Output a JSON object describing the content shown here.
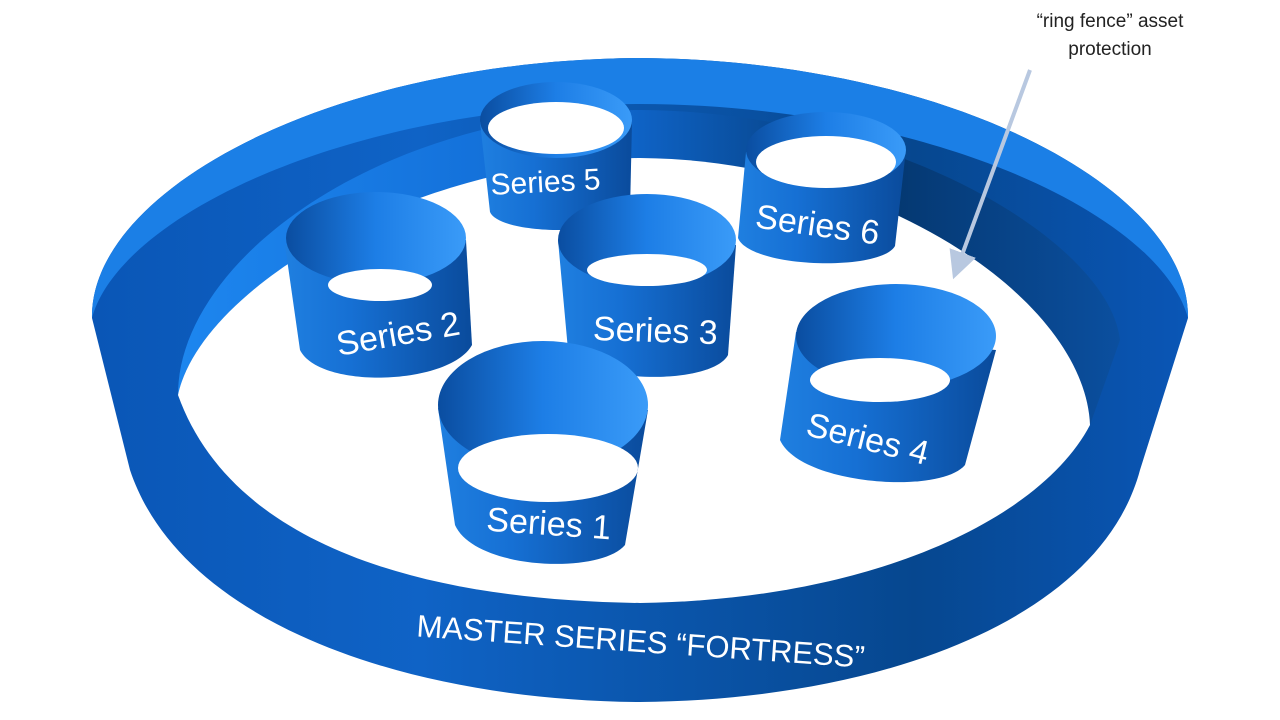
{
  "annotation": {
    "line1": "“ring fence” asset",
    "line2": "protection"
  },
  "fortress": {
    "label": "MASTER SERIES “FORTRESS”"
  },
  "series": [
    {
      "id": "series-5",
      "label": "Series 5"
    },
    {
      "id": "series-6",
      "label": "Series 6"
    },
    {
      "id": "series-2",
      "label": "Series 2"
    },
    {
      "id": "series-3",
      "label": "Series 3"
    },
    {
      "id": "series-4",
      "label": "Series 4"
    },
    {
      "id": "series-1",
      "label": "Series 1"
    }
  ],
  "colors": {
    "ring_light": "#1a7fe8",
    "ring_dark": "#063f86",
    "ring_mid": "#0d5fc4",
    "cylinder_light": "#2b8ef0",
    "cylinder_dark": "#0a4a9a",
    "arrow": "#b8c8e0",
    "label_text": "#ffffff"
  }
}
